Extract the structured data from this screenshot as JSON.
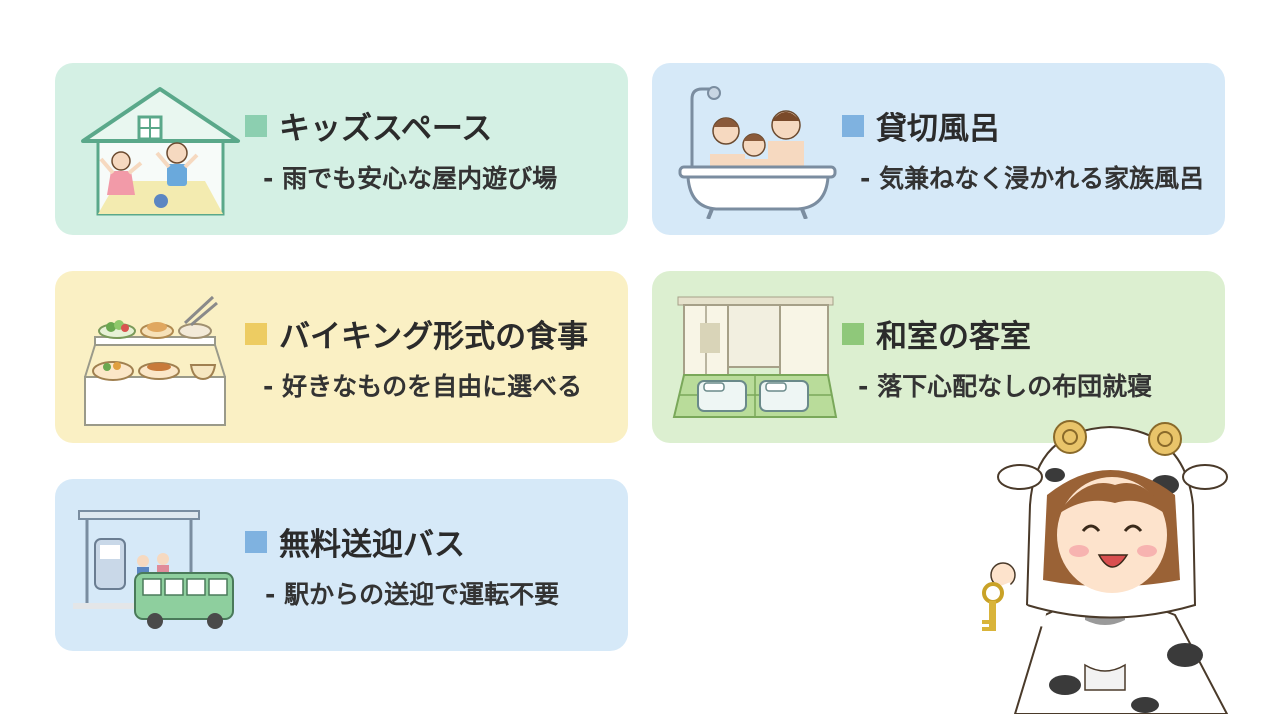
{
  "cards": [
    {
      "id": "kids",
      "title": "キッズスペース",
      "desc": "- 雨でも安心な屋内遊び場",
      "bg": "#d4f0e4",
      "accent": "#8ccfb0",
      "icon": "house-kids-icon"
    },
    {
      "id": "bath",
      "title": "貸切風呂",
      "desc": "- 気兼ねなく浸かれる家族風呂",
      "bg": "#d6e9f8",
      "accent": "#7fb2e0",
      "icon": "family-bath-icon"
    },
    {
      "id": "buffet",
      "title": "バイキング形式の食事",
      "desc": "- 好きなものを自由に選べる",
      "bg": "#faf0c4",
      "accent": "#edcc62",
      "icon": "buffet-icon"
    },
    {
      "id": "washi",
      "title": "和室の客室",
      "desc": "- 落下心配なしの布団就寝",
      "bg": "#dcefd0",
      "accent": "#8fc87a",
      "icon": "japanese-room-icon"
    },
    {
      "id": "bus",
      "title": "無料送迎バス",
      "desc": "- 駅からの送迎で運転不要",
      "bg": "#d6e9f8",
      "accent": "#7fb2e0",
      "icon": "shuttle-bus-icon"
    }
  ],
  "mascot": {
    "icon": "cow-hood-girl-with-key-icon"
  }
}
